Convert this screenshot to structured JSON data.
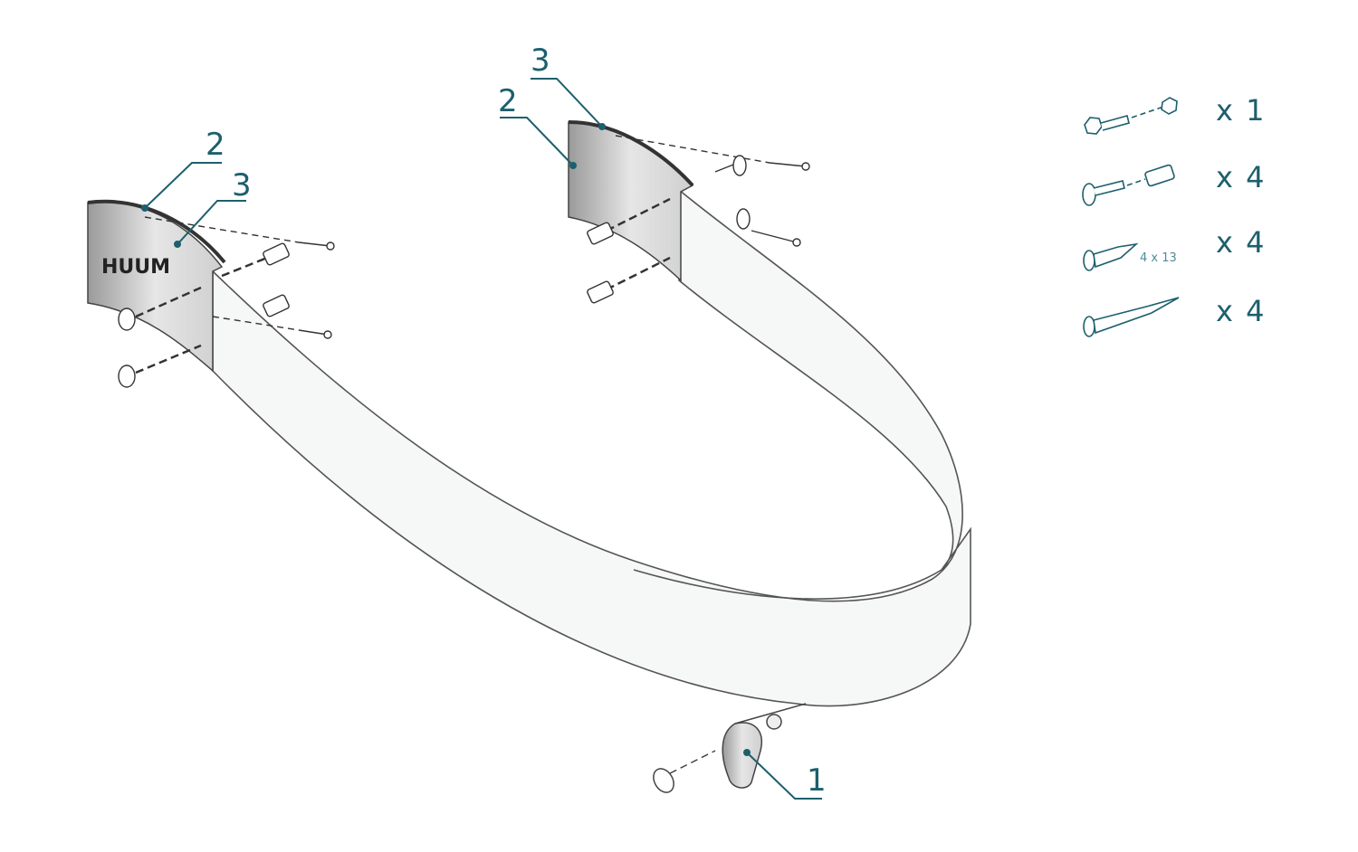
{
  "diagram": {
    "callouts": [
      {
        "id": "left-2",
        "label": "2"
      },
      {
        "id": "left-3",
        "label": "3"
      },
      {
        "id": "right-3",
        "label": "3"
      },
      {
        "id": "right-2",
        "label": "2"
      },
      {
        "id": "bottom-1",
        "label": "1"
      }
    ],
    "logo_text": "HUUM",
    "parts": [
      {
        "name": "hex-bolt-with-nut",
        "quantity": "x 1"
      },
      {
        "name": "bolt-with-sleeve-nut",
        "quantity": "x 4"
      },
      {
        "name": "short-screw",
        "quantity": "x 4",
        "size": "4 x 13"
      },
      {
        "name": "long-screw",
        "quantity": "x 4"
      }
    ],
    "colors": {
      "accent": "#1d5f6d",
      "line": "#555555",
      "plate": "#c8c8c8"
    }
  }
}
